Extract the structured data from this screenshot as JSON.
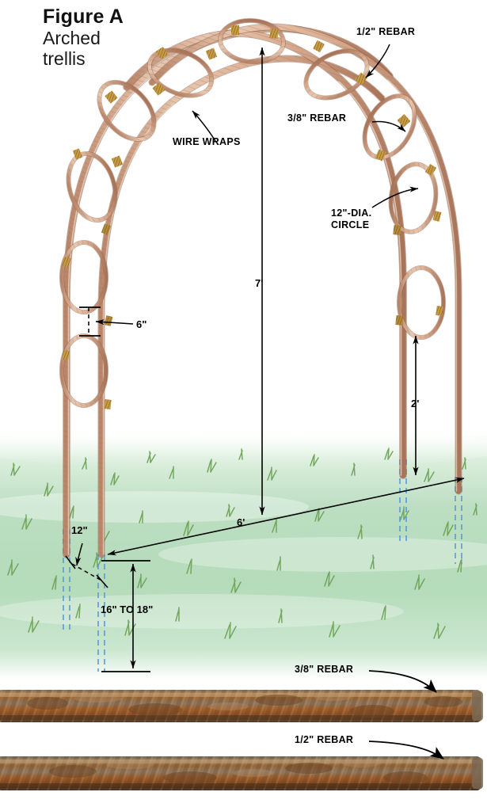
{
  "figure": {
    "title": "Figure A",
    "subtitle_line1": "Arched",
    "subtitle_line2": "trellis"
  },
  "callouts": {
    "wire_wraps": "WIRE WRAPS",
    "rebar_half": "1/2\" REBAR",
    "rebar_three_eighths": "3/8\" REBAR",
    "circle_line1": "12\"-DIA.",
    "circle_line2": "CIRCLE"
  },
  "dimensions": {
    "height": "7'",
    "span": "6'",
    "circle_gap": "6\"",
    "leg_above": "2'",
    "leg_offset": "12\"",
    "buried_depth": "16\" TO 18\""
  },
  "samples": [
    {
      "label": "3/8\" REBAR"
    },
    {
      "label": "1/2\" REBAR"
    }
  ],
  "colors": {
    "rebar_light": "#e2bda3",
    "rebar_mid": "#d2a184",
    "rebar_dark": "#a9755a",
    "wire_wrap": "#b8913b",
    "grass_fill": "#b9dcbf",
    "grass_blade": "#73a85a",
    "buried_dash": "#5b9bd5",
    "rust": "#9a5a2c",
    "line": "#000000"
  }
}
